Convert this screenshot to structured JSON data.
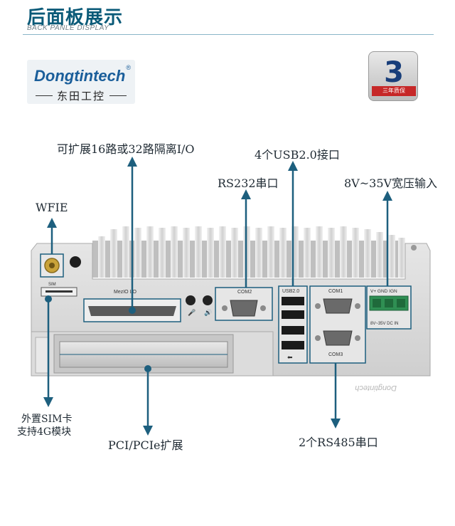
{
  "header": {
    "title": "后面板展示",
    "subtitle": "BACK PANLE DISPLAY"
  },
  "logo": {
    "brand": "Dongtintech",
    "registered_mark": "®",
    "chinese_name": "东田工控"
  },
  "warranty_badge": {
    "number": "3",
    "text": "三年质保",
    "icon": "shield-badge-icon"
  },
  "device": {
    "slot_label": "MezIO I/O",
    "sim_label": "SIM",
    "com2_label": "COM2",
    "usb_label": "USB2.0",
    "com1_label": "COM1",
    "com3_label": "COM3",
    "power_pins_label": "V+ GND IGN",
    "power_rating_label": "8V~35V DC IN",
    "chassis_text": "Dongtintech",
    "colors": {
      "accent": "#0a5a78",
      "arrow": "#1d5f7e",
      "chassis": "#dcdcdc",
      "terminal": "#2f8f53"
    }
  },
  "callouts": {
    "isolated_io": "可扩展16路或32路隔离I/O",
    "usb": "4个USB2.0接口",
    "rs232": "RS232串口",
    "power": "8V~35V宽压输入",
    "wifi": "WFIE",
    "sim_line1": "外置SIM卡",
    "sim_line2": "支持4G模块",
    "pci": "PCI/PCIe扩展",
    "rs485": "2个RS485串口"
  }
}
